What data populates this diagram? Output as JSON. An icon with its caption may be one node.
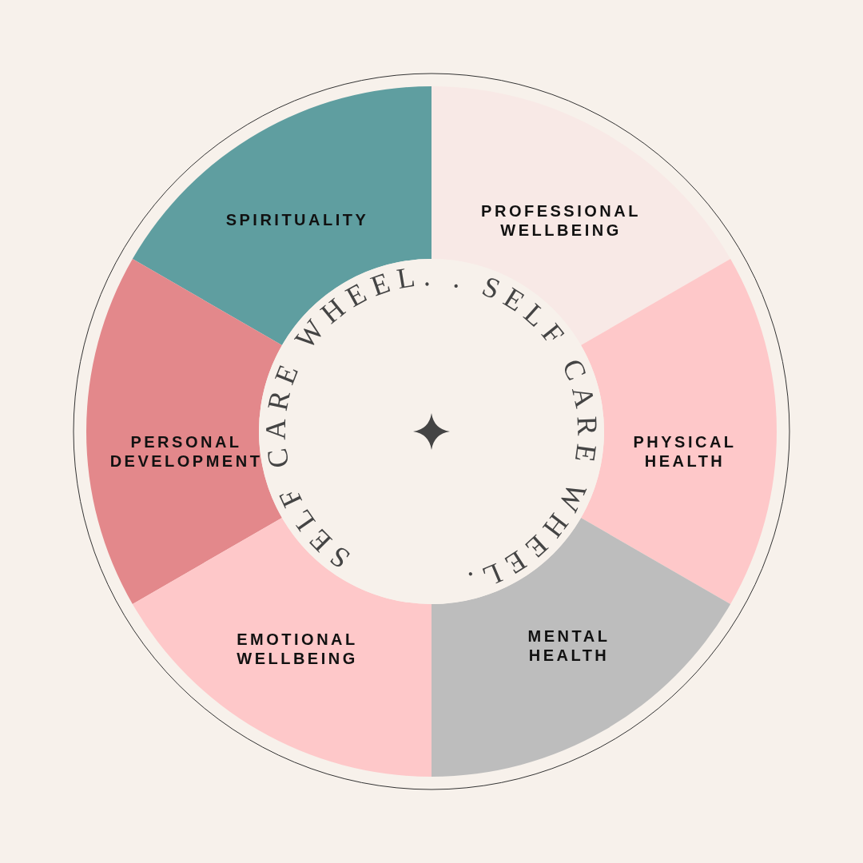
{
  "diagram": {
    "nodes": [
      {
        "text": [
          "SPIRITUALITY"
        ]
      },
      {
        "text": [
          "PROFESSIONAL WELLBEING"
        ]
      },
      {
        "text": [
          "PERSONAL DEVELOPMENT"
        ]
      },
      {
        "text": [
          "PHYSICAL HEALTH"
        ]
      },
      {
        "text": [
          "EMOTIONAL WELLBEING"
        ]
      },
      {
        "text": [
          "MENTAL HEALTH"
        ]
      },
      {
        "text": [
          "SELF CARE WHEEL. . SELF CARE WHEEL."
        ]
      }
    ],
    "edges": []
  }
}
